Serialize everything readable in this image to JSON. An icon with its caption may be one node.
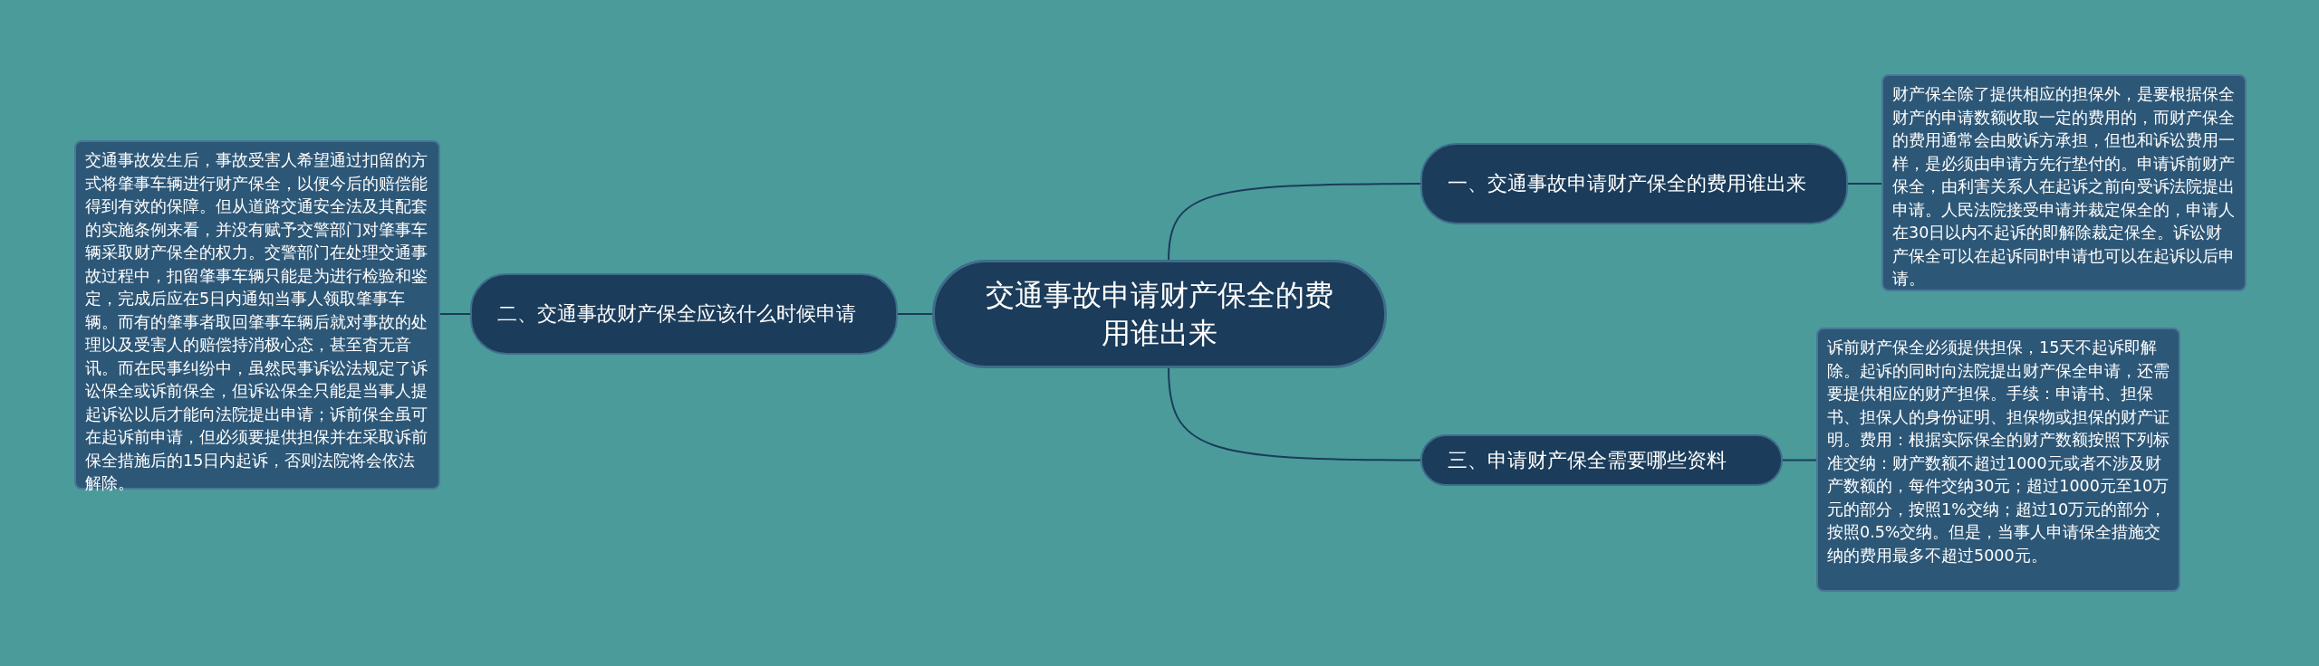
{
  "diagram": {
    "nodes": [
      {
        "text": [
          "交通事故申请财产保全的费用谁出来"
        ]
      },
      {
        "text": [
          "一、交通事故申请财产保全的费用谁出来"
        ]
      },
      {
        "text": [
          "财产保全除了提供相应的担保外，是要根据保全财产的申请数额收取一定的费用的，而财产保全的费用通常会由败诉方承担，但也和诉讼费用一样，是必须由申请方先行垫付的。申请诉前财产保全，由利害关系人在起诉之前向受诉法院提出申请。人民法院接受申请并裁定保全的，申请人在30日以内不起诉的即解除裁定保全。诉讼财产保全可以在起诉同时申请也可以在起诉以后申请。"
        ]
      },
      {
        "text": [
          "二、交通事故财产保全应该什么时候申请"
        ]
      },
      {
        "text": [
          "交通事故发生后，事故受害人希望通过扣留的方式将肇事车辆进行财产保全，以便今后的赔偿能得到有效的保障。但从道路交通安全法及其配套的实施条例来看，并没有赋予交警部门对肇事车辆采取财产保全的权力。交警部门在处理交通事故过程中，扣留肇事车辆只能是为进行检验和鉴定，完成后应在5日内通知当事人领取肇事车辆。而有的肇事者取回肇事车辆后就对事故的处理以及受害人的赔偿持消极心态，甚至杳无音讯。而在民事纠纷中，虽然民事诉讼法规定了诉讼保全或诉前保全，但诉讼保全只能是当事人提起诉讼以后才能向法院提出申请；诉前保全虽可在起诉前申请，但必须要提供担保并在采取诉前保全措施后的15日内起诉，否则法院将会依法解除。"
        ]
      },
      {
        "text": [
          "三、申请财产保全需要哪些资料"
        ]
      },
      {
        "text": [
          "诉前财产保全必须提供担保，15天不起诉即解除。起诉的同时向法院提出财产保全申请，还需要提供相应的财产担保。手续：申请书、担保书、担保人的身份证明、担保物或担保的财产证明。费用：根据实际保全的财产数额按照下列标准交纳：财产数额不超过1000元或者不涉及财产数额的，每件交纳30元；超过1000元至10万元的部分，按照1%交纳；超过10万元的部分，按照0.5%交纳。但是，当事人申请保全措施交纳的费用最多不超过5000元。"
        ]
      }
    ],
    "edges": [
      {
        "from": 0,
        "to": 1,
        "arrow": "none"
      },
      {
        "from": 1,
        "to": 2,
        "arrow": "none"
      },
      {
        "from": 0,
        "to": 3,
        "arrow": "none"
      },
      {
        "from": 3,
        "to": 4,
        "arrow": "none"
      },
      {
        "from": 0,
        "to": 5,
        "arrow": "none"
      },
      {
        "from": 5,
        "to": 6,
        "arrow": "none"
      }
    ]
  }
}
